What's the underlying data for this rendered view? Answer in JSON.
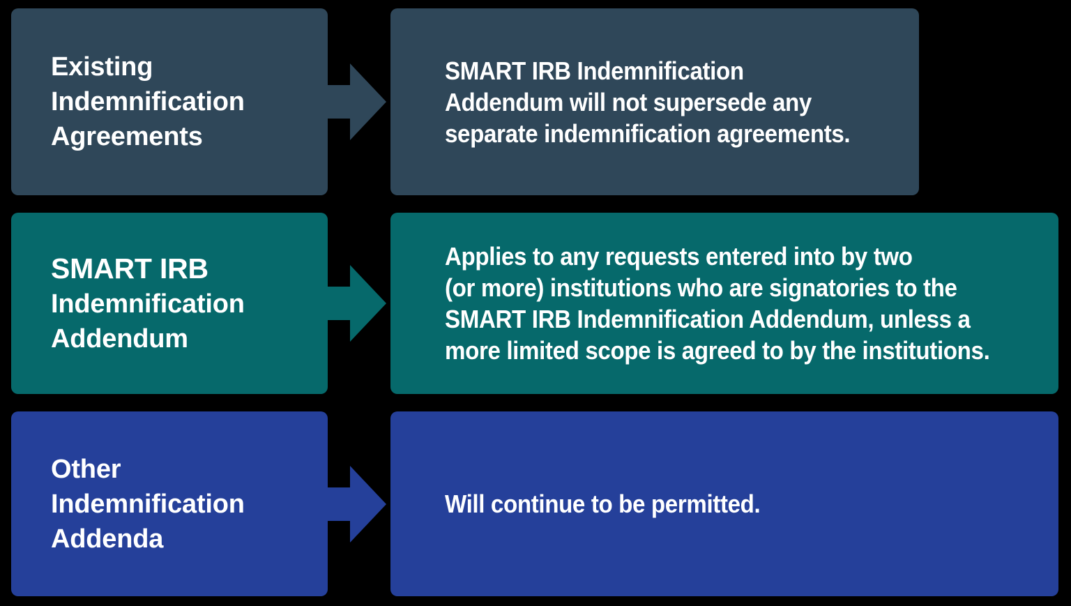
{
  "diagram": {
    "type": "three-row-process-flow",
    "background_color": "#000000",
    "text_color": "#ffffff",
    "arrow_icon_name": "right-arrow-icon",
    "rows": [
      {
        "id": "existing-indemnification-agreements",
        "color": "#2F4759",
        "label_lines": [
          "Existing",
          "Indemnification",
          "Agreements"
        ],
        "detail_lines": [
          "SMART IRB Indemnification",
          "Addendum will not supersede any",
          "separate indemnification agreements."
        ]
      },
      {
        "id": "smart-irb-indemnification-addendum",
        "color": "#06696B",
        "label_lines": [
          "SMART IRB",
          "Indemnification",
          "Addendum"
        ],
        "detail_lines": [
          "Applies to any requests entered into by two",
          "(or more) institutions who are signatories to the",
          "SMART IRB Indemnification Addendum, unless a",
          "more limited scope is agreed to by the institutions."
        ]
      },
      {
        "id": "other-indemnification-addenda",
        "color": "#25409A",
        "label_lines": [
          "Other",
          "Indemnification",
          "Addenda"
        ],
        "detail_lines": [
          "Will continue to be permitted."
        ]
      }
    ]
  }
}
